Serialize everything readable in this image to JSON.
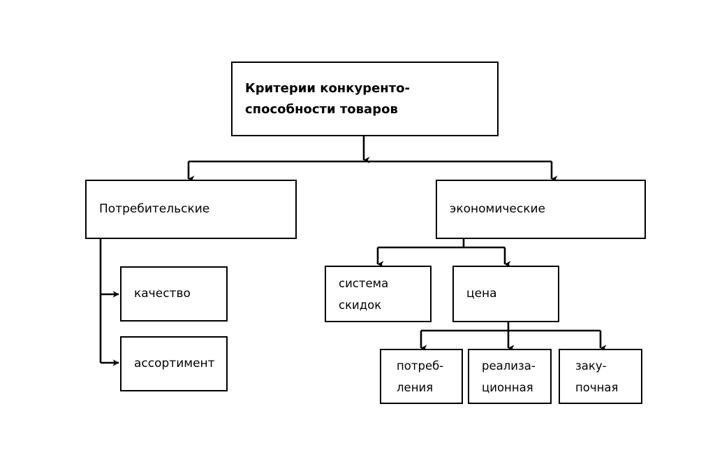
{
  "diagram": {
    "type": "hierarchy-tree",
    "title_text": "Критерии конкуренто-\nспособности товаров",
    "background_color": "#ffffff",
    "line_color": "#000000",
    "nodes": {
      "root": {
        "label": "Критерии конкуренто-\nспособности товаров"
      },
      "consumer": {
        "label": "Потребительские"
      },
      "economic": {
        "label": "экономические"
      },
      "quality": {
        "label": "качество"
      },
      "assortment": {
        "label": "ассортимент"
      },
      "discount_system": {
        "label": "система\nскидок"
      },
      "price": {
        "label": "цена"
      },
      "consumption": {
        "label": "потреб-\nления"
      },
      "realization": {
        "label": "реализа-\nционная"
      },
      "purchase": {
        "label": "заку-\nпочная"
      }
    },
    "edges": [
      {
        "from": "root",
        "to": "consumer"
      },
      {
        "from": "root",
        "to": "economic"
      },
      {
        "from": "consumer",
        "to": "quality"
      },
      {
        "from": "consumer",
        "to": "assortment"
      },
      {
        "from": "economic",
        "to": "discount_system"
      },
      {
        "from": "economic",
        "to": "price"
      },
      {
        "from": "price",
        "to": "consumption"
      },
      {
        "from": "price",
        "to": "realization"
      },
      {
        "from": "price",
        "to": "purchase"
      }
    ]
  }
}
